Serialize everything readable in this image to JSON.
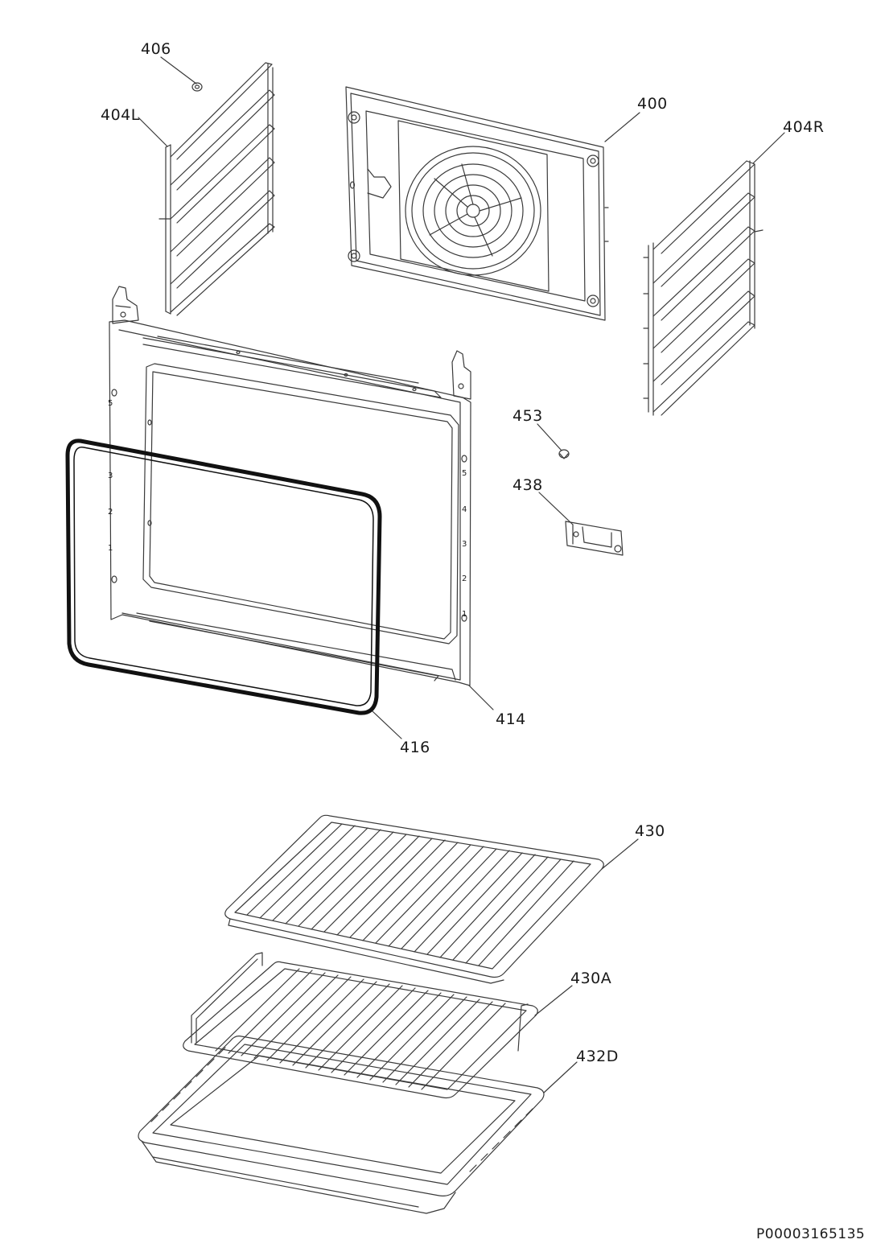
{
  "diagram": {
    "labels": {
      "p406": "406",
      "p404L": "404L",
      "p400": "400",
      "p404R": "404R",
      "p453": "453",
      "p438": "438",
      "p414": "414",
      "p416": "416",
      "p430": "430",
      "p430A": "430A",
      "p432D": "432D"
    },
    "frame_marks": {
      "left": [
        "5",
        "3",
        "2",
        "1"
      ],
      "right": [
        "5",
        "4",
        "3",
        "2",
        "1"
      ]
    },
    "drawing_code": "P00003165135",
    "colors": {
      "line": "#3a3a3a",
      "seal": "#111111",
      "text": "#1a1a1a"
    }
  }
}
